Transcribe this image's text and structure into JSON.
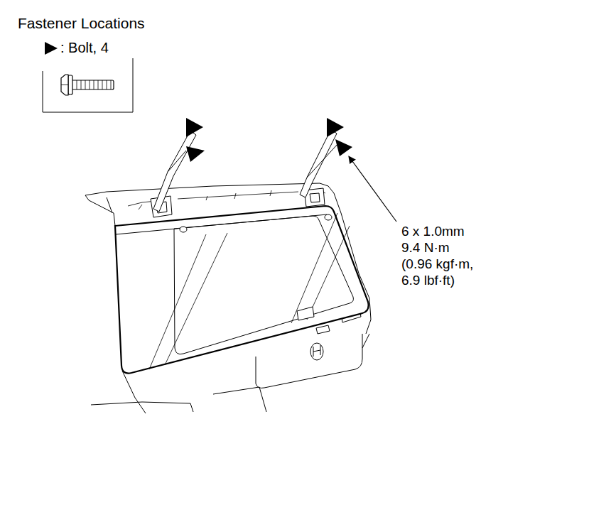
{
  "diagram": {
    "title": "Fastener Locations",
    "labels": [
      "6 x 1.0mm",
      "9.4 N·m",
      "(0.96 kgf·m,",
      "6.9 lbf·ft)"
    ],
    "legend": [
      {
        "text": ": Bolt, 4"
      }
    ]
  }
}
